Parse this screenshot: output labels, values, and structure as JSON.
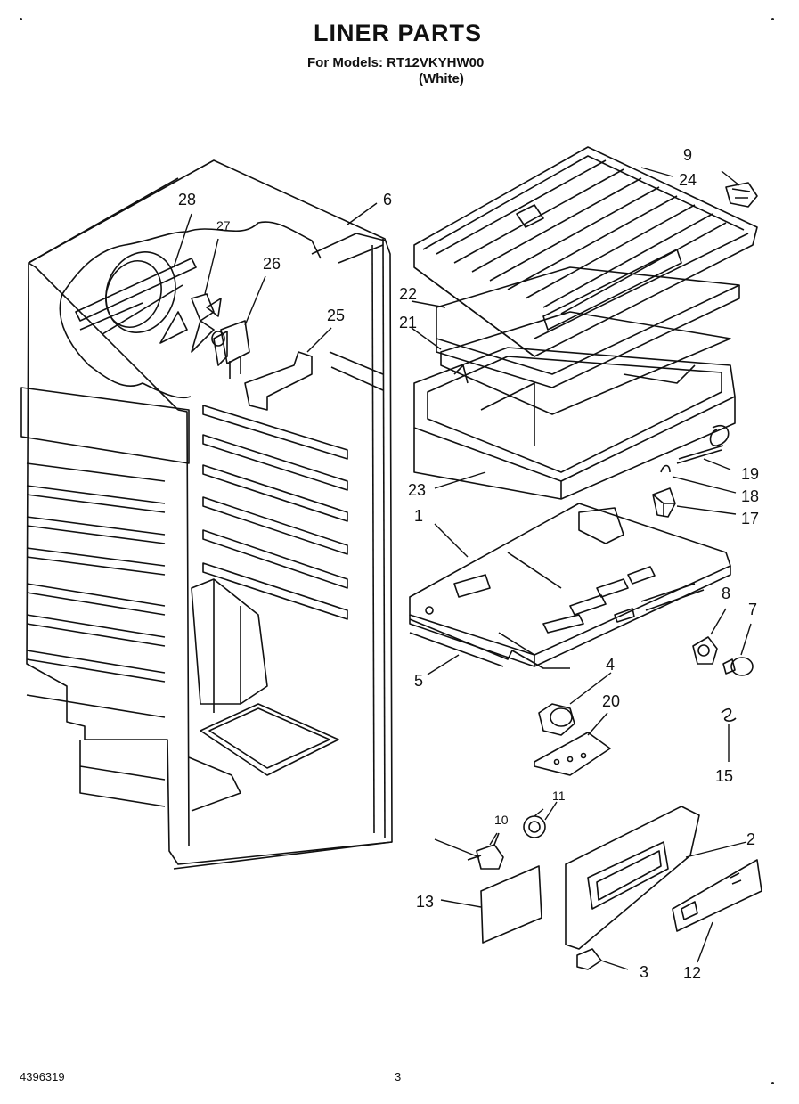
{
  "header": {
    "title": "LINER PARTS",
    "models_line": "For Models: RT12VKYHW00",
    "color_line": "(White)"
  },
  "footer": {
    "doc_number": "4396319",
    "page_number": "3"
  },
  "callouts": {
    "p1": "1",
    "p2": "2",
    "p3": "3",
    "p4": "4",
    "p5": "5",
    "p6": "6",
    "p7": "7",
    "p8": "8",
    "p9": "9",
    "p10": "10",
    "p11": "11",
    "p12": "12",
    "p13": "13",
    "p15": "15",
    "p17": "17",
    "p18": "18",
    "p19": "19",
    "p20": "20",
    "p21": "21",
    "p22": "22",
    "p23": "23",
    "p24": "24",
    "p25": "25",
    "p26": "26",
    "p27": "27",
    "p28": "28"
  }
}
